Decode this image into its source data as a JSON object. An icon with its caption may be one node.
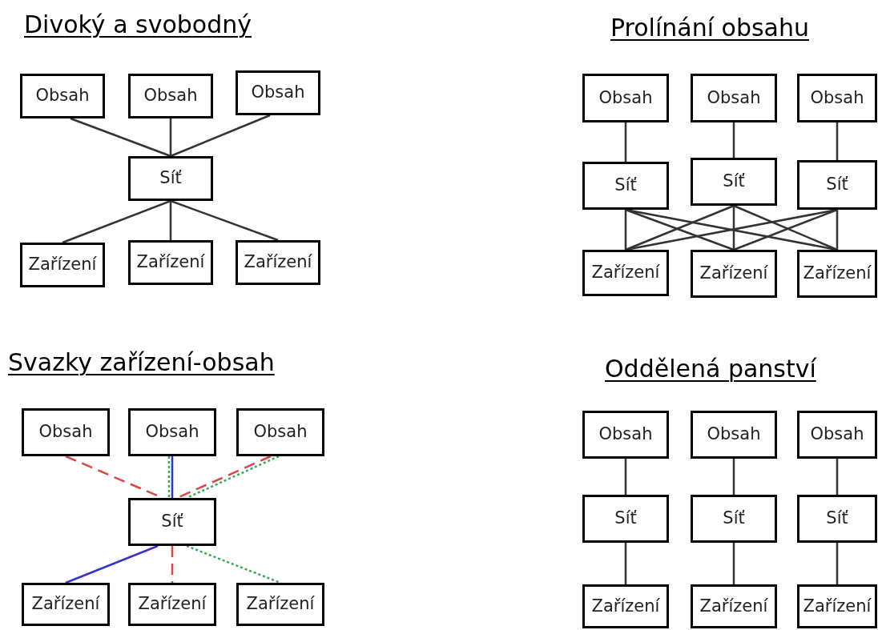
{
  "diagram": {
    "nodes": [
      {
        "text": [
          "Obsah"
        ]
      },
      {
        "text": [
          "Obsah"
        ]
      },
      {
        "text": [
          "Obsah"
        ]
      },
      {
        "text": [
          "Síť"
        ]
      },
      {
        "text": [
          "Zařízení"
        ]
      },
      {
        "text": [
          "Zařízení"
        ]
      },
      {
        "text": [
          "Zařízení"
        ]
      },
      {
        "text": [
          "Obsah"
        ]
      },
      {
        "text": [
          "Obsah"
        ]
      },
      {
        "text": [
          "Obsah"
        ]
      },
      {
        "text": [
          "Síť"
        ]
      },
      {
        "text": [
          "Síť"
        ]
      },
      {
        "text": [
          "Síť"
        ]
      },
      {
        "text": [
          "Zařízení"
        ]
      },
      {
        "text": [
          "Zařízení"
        ]
      },
      {
        "text": [
          "Zařízení"
        ]
      },
      {
        "text": [
          "Obsah"
        ]
      },
      {
        "text": [
          "Obsah"
        ]
      },
      {
        "text": [
          "Obsah"
        ]
      },
      {
        "text": [
          "Síť"
        ]
      },
      {
        "text": [
          "Zařízení"
        ]
      },
      {
        "text": [
          "Zařízení"
        ]
      },
      {
        "text": [
          "Zařízení"
        ]
      },
      {
        "text": [
          "Obsah"
        ]
      },
      {
        "text": [
          "Obsah"
        ]
      },
      {
        "text": [
          "Obsah"
        ]
      },
      {
        "text": [
          "Síť"
        ]
      },
      {
        "text": [
          "Síť"
        ]
      },
      {
        "text": [
          "Síť"
        ]
      },
      {
        "text": [
          "Zařízení"
        ]
      },
      {
        "text": [
          "Zařízení"
        ]
      },
      {
        "text": [
          "Zařízení"
        ]
      }
    ],
    "edges": [
      {
        "from": 0,
        "to": 3,
        "arrow": "none"
      },
      {
        "from": 1,
        "to": 3,
        "arrow": "none"
      },
      {
        "from": 2,
        "to": 3,
        "arrow": "none"
      },
      {
        "from": 3,
        "to": 4,
        "arrow": "none"
      },
      {
        "from": 3,
        "to": 5,
        "arrow": "none"
      },
      {
        "from": 3,
        "to": 6,
        "arrow": "none"
      },
      {
        "from": 7,
        "to": 10,
        "arrow": "none"
      },
      {
        "from": 8,
        "to": 11,
        "arrow": "none"
      },
      {
        "from": 9,
        "to": 12,
        "arrow": "none"
      },
      {
        "from": 10,
        "to": 13,
        "arrow": "none"
      },
      {
        "from": 10,
        "to": 14,
        "arrow": "none"
      },
      {
        "from": 10,
        "to": 15,
        "arrow": "none"
      },
      {
        "from": 11,
        "to": 13,
        "arrow": "none"
      },
      {
        "from": 11,
        "to": 14,
        "arrow": "none"
      },
      {
        "from": 11,
        "to": 15,
        "arrow": "none"
      },
      {
        "from": 12,
        "to": 13,
        "arrow": "none"
      },
      {
        "from": 12,
        "to": 14,
        "arrow": "none"
      },
      {
        "from": 12,
        "to": 15,
        "arrow": "none"
      },
      {
        "from": 16,
        "to": 19,
        "arrow": "none",
        "style": "dashed",
        "color": "#dd4444"
      },
      {
        "from": 17,
        "to": 19,
        "arrow": "none",
        "color": "#3333cc"
      },
      {
        "from": 17,
        "to": 19,
        "arrow": "none",
        "style": "dashed",
        "color": "#33aa55"
      },
      {
        "from": 18,
        "to": 19,
        "arrow": "none",
        "style": "dashed",
        "color": "#dd4444"
      },
      {
        "from": 18,
        "to": 19,
        "arrow": "none",
        "style": "dashed",
        "color": "#33aa55"
      },
      {
        "from": 19,
        "to": 20,
        "arrow": "none",
        "color": "#3333cc"
      },
      {
        "from": 19,
        "to": 21,
        "arrow": "none",
        "style": "dashed",
        "color": "#dd4444"
      },
      {
        "from": 19,
        "to": 22,
        "arrow": "none",
        "style": "dashed",
        "color": "#33aa55"
      },
      {
        "from": 23,
        "to": 26,
        "arrow": "none"
      },
      {
        "from": 24,
        "to": 27,
        "arrow": "none"
      },
      {
        "from": 25,
        "to": 28,
        "arrow": "none"
      },
      {
        "from": 26,
        "to": 29,
        "arrow": "none"
      },
      {
        "from": 27,
        "to": 30,
        "arrow": "none"
      },
      {
        "from": 28,
        "to": 31,
        "arrow": "none"
      }
    ],
    "labels": [
      "Divoký a svobodný",
      "Prolínání obsahu",
      "Svazky zařízení-obsah",
      "Oddělená panství"
    ]
  }
}
